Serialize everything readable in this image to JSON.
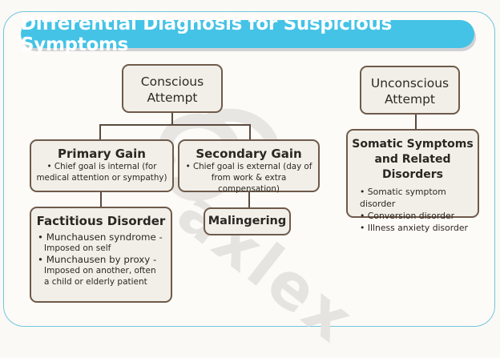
{
  "title": "Differential Diagnosis for Suspicious Symptoms",
  "watermark": "axlex",
  "colors": {
    "banner": "#44c3e6",
    "frame_border": "#6ec6e0",
    "box_border": "#6e5a4a",
    "box_fill": "#f2efe9",
    "connector": "#5a4a3e"
  },
  "nodes": {
    "conscious": {
      "line1": "Conscious",
      "line2": "Attempt"
    },
    "unconscious": {
      "line1": "Unconscious",
      "line2": "Attempt"
    },
    "primary_gain": {
      "heading": "Primary Gain",
      "bullet_line1": "• Chief goal is internal (for",
      "bullet_line2": "medical attention or sympathy)"
    },
    "secondary_gain": {
      "heading": "Secondary Gain",
      "bullet_line1": "• Chief goal is external (day of",
      "bullet_line2": "from work & extra compensation)"
    },
    "factitious_disorder": {
      "heading": "Factitious Disorder",
      "items": [
        {
          "main": "• Munchausen syndrome -",
          "sub": [
            "Imposed on self"
          ]
        },
        {
          "main": "• Munchausen by proxy -",
          "sub": [
            "Imposed on another, often",
            "a child or elderly patient"
          ]
        }
      ]
    },
    "malingering": {
      "heading": "Malingering"
    },
    "somatic": {
      "heading_line1": "Somatic Symptoms",
      "heading_line2": "and Related Disorders",
      "items": [
        "• Somatic symptom disorder",
        "• Conversion disorder",
        "• Illness anxiety disorder"
      ]
    }
  }
}
